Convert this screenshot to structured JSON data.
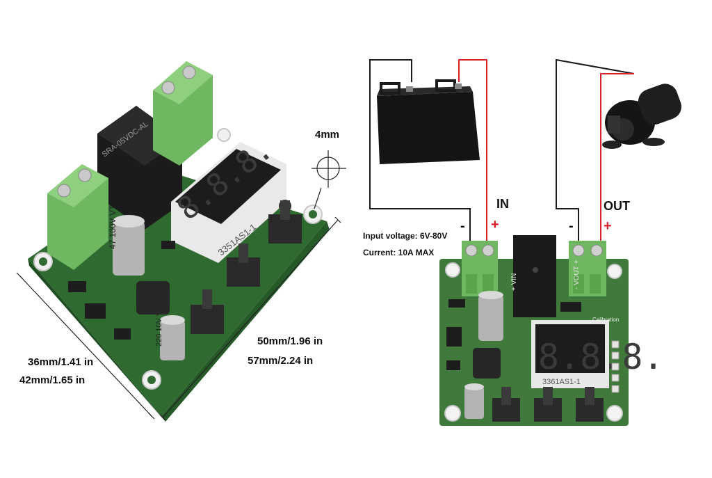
{
  "left_board": {
    "dim_hole": "4mm",
    "dim_width_1": "36mm/1.41 in",
    "dim_width_2": "42mm/1.65 in",
    "dim_length_1": "50mm/1.96 in",
    "dim_length_2": "57mm/2.24 in",
    "relay_text_1": "SRA-05VDC-AL",
    "cap_top_text": "47\n100V\nVT",
    "cap_bot_text": "220\n10V\nVT",
    "display_model": "3351AS1-1",
    "digits": "8.8.8."
  },
  "right_diagram": {
    "in_label": "IN",
    "out_label": "OUT",
    "minus": "-",
    "plus": "+",
    "spec_voltage": "Input voltage: 6V-80V",
    "spec_current": "Current: 10A MAX",
    "vin_label": "+ VIN",
    "vout_label": "- VOUT +",
    "calibration_label": "Calibration",
    "display_model": "3361AS1-1",
    "digits": "8.8.8."
  },
  "colors": {
    "pcb_green": "#3f7a3a",
    "terminal_green": "#6fb760",
    "wire_red": "#d6202a",
    "wire_black": "#1a1a1a"
  }
}
